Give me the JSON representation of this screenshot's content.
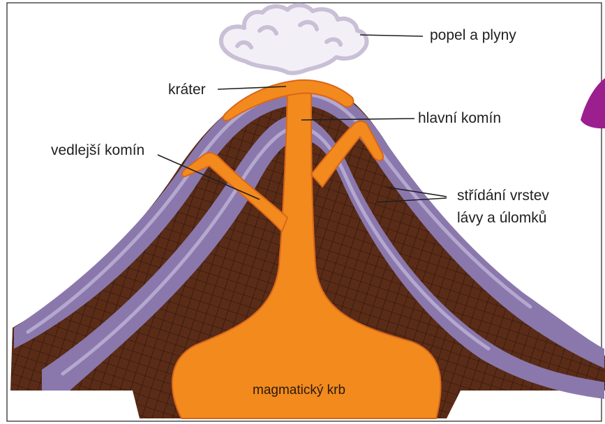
{
  "labels": {
    "ash": "popel a plyny",
    "crater": "kráter",
    "main_vent": "hlavní komín",
    "side_vent": "vedlejší komín",
    "layers_line1": "střídání vrstev",
    "layers_line2": "lávy a úlomků",
    "chamber": "magmatický krb"
  },
  "colors": {
    "lava": "#f28a1e",
    "lava_outline": "#d9661a",
    "rock": "#5a2c17",
    "rock_hatch": "#2a140a",
    "ash_layer": "#8a78ad",
    "ash_layer_light": "#b5a8cf",
    "smoke": "#c9bfd6",
    "accent_blob": "#9b1f8f"
  }
}
